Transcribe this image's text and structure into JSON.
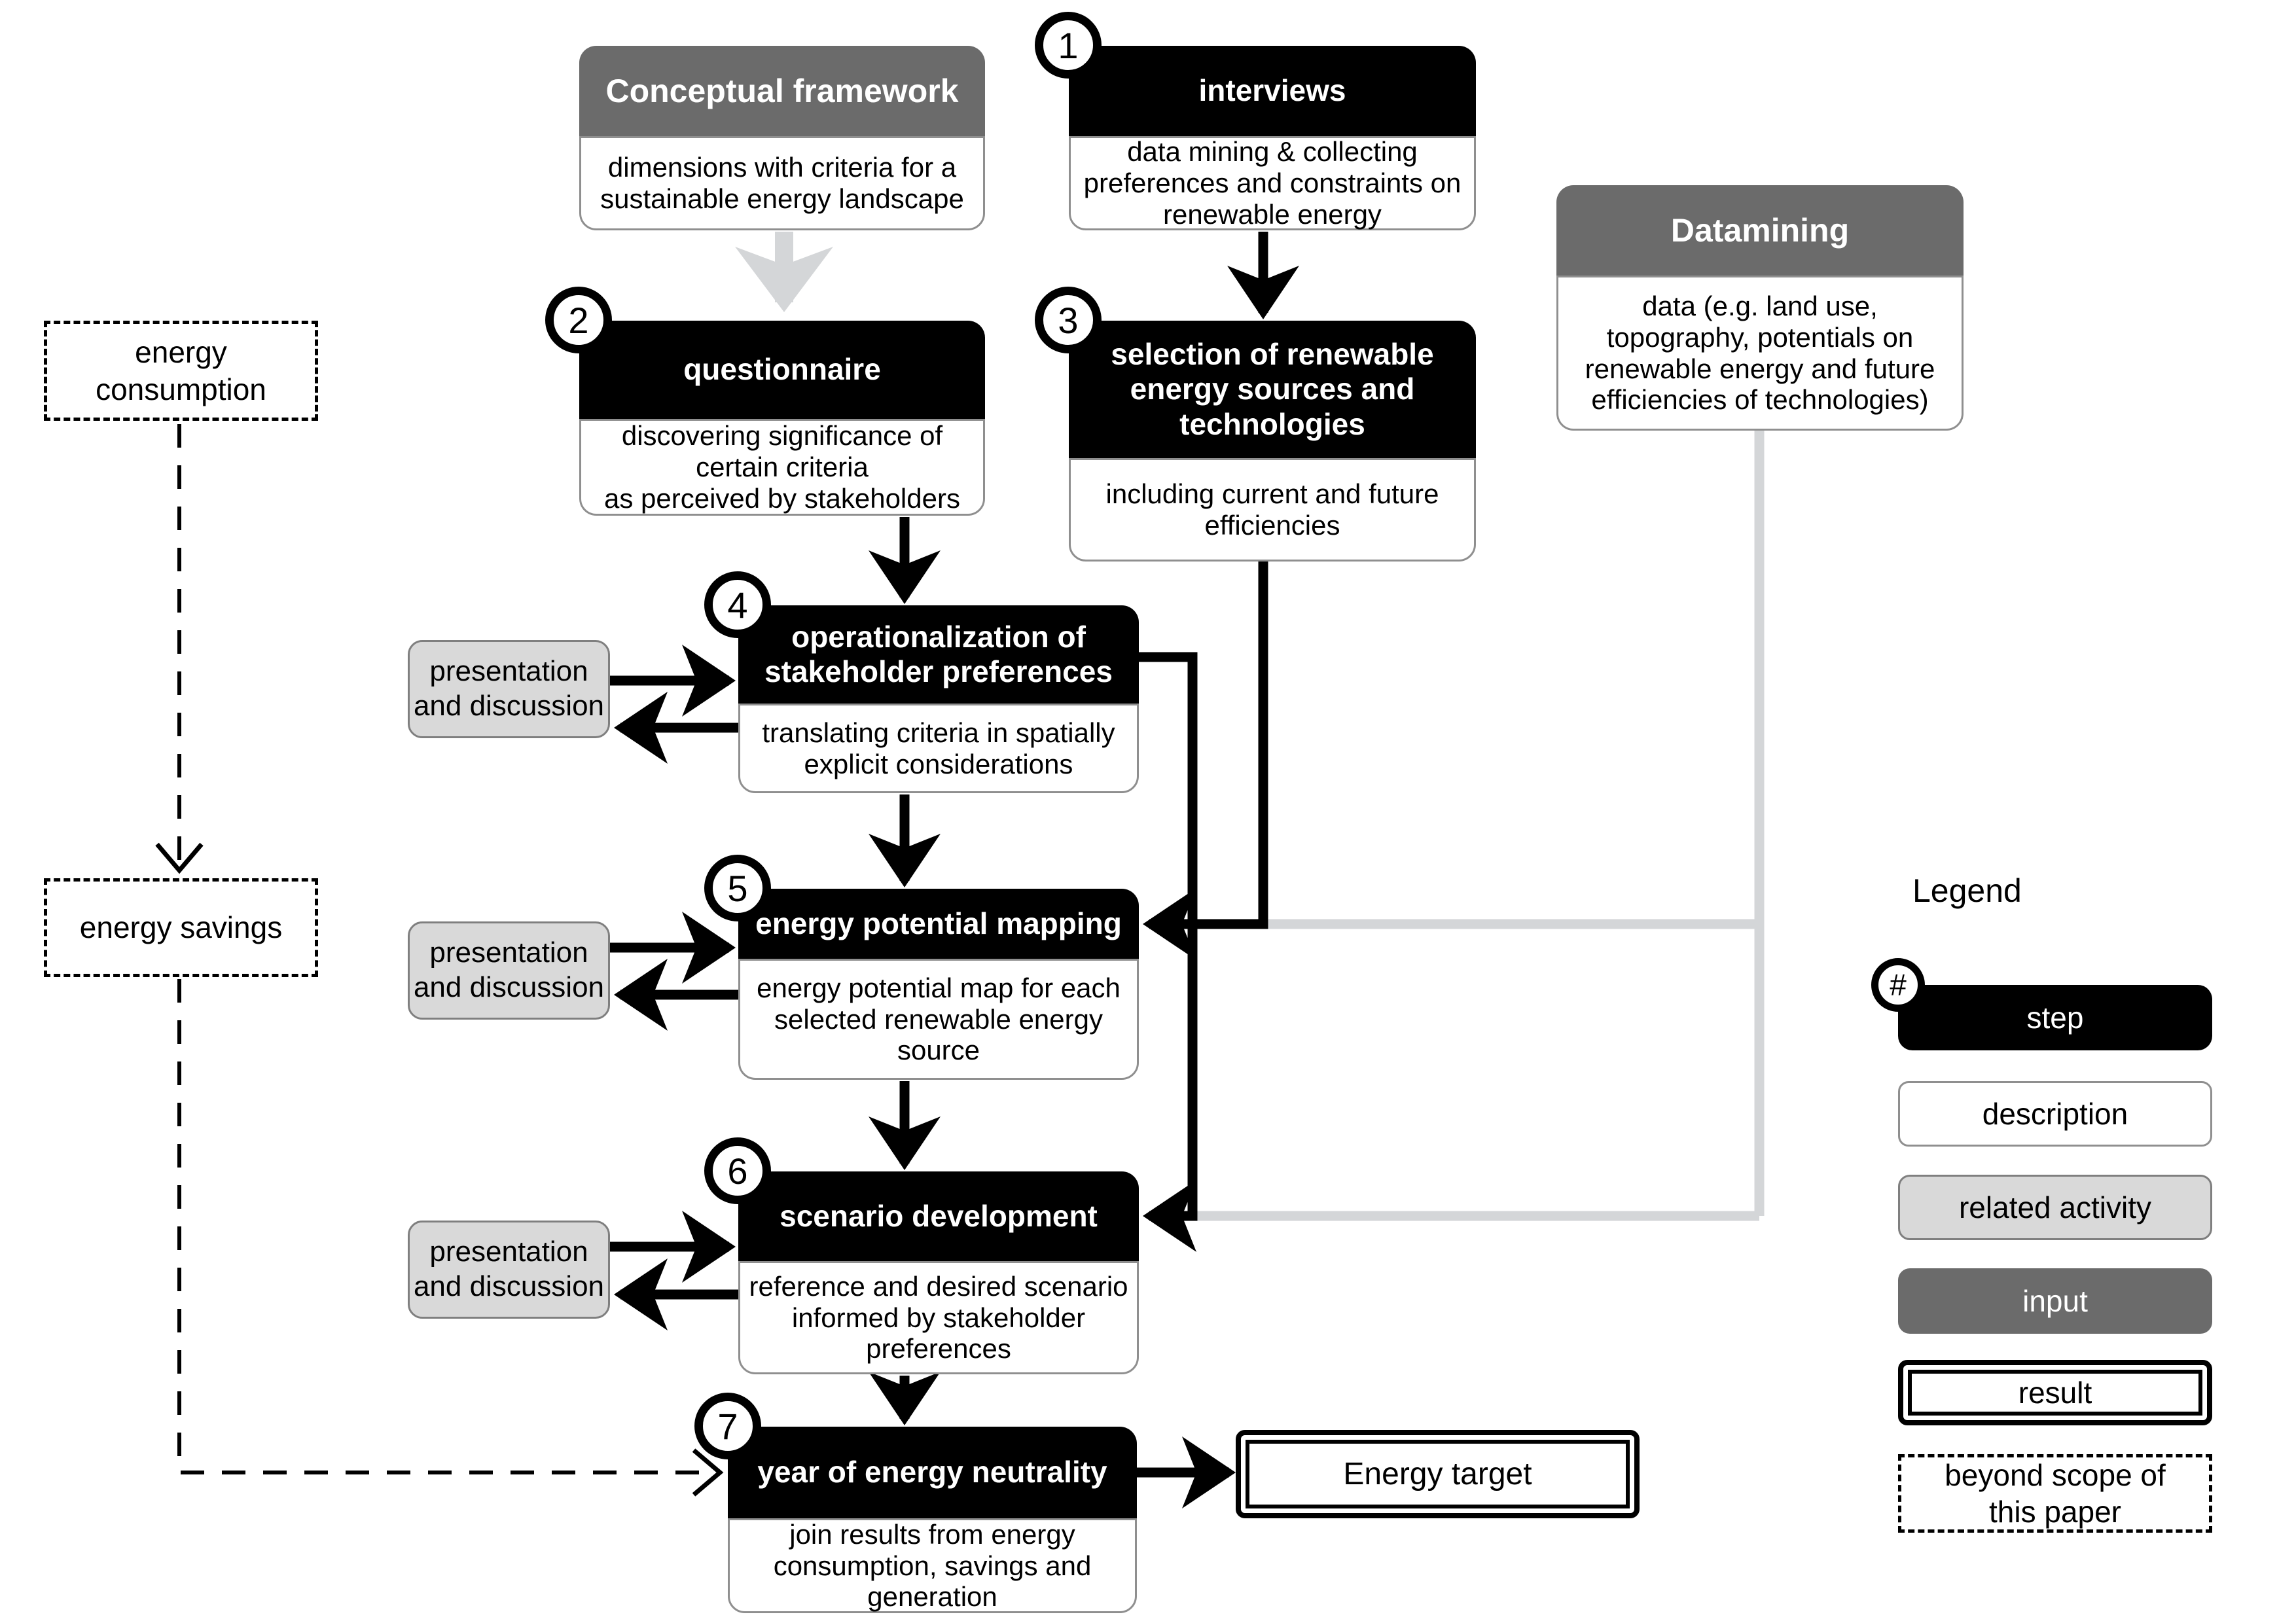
{
  "diagram": {
    "inputs": {
      "conceptual_framework": {
        "title": "Conceptual framework",
        "description": "dimensions with criteria for a\nsustainable energy landscape"
      },
      "datamining": {
        "title": "Datamining",
        "description": "data (e.g. land use,\ntopography, potentials on\nrenewable energy and future\nefficiencies of technologies)"
      }
    },
    "steps": [
      {
        "number": "1",
        "title": "interviews",
        "description": "data mining & collecting\npreferences and constraints on\nrenewable energy"
      },
      {
        "number": "2",
        "title": "questionnaire",
        "description": "discovering significance of\ncertain criteria\nas perceived by stakeholders"
      },
      {
        "number": "3",
        "title": "selection of renewable\nenergy sources and\ntechnologies",
        "description": "including current and future\nefficiencies"
      },
      {
        "number": "4",
        "title": "operationalization of\nstakeholder preferences",
        "description": "translating criteria in spatially\nexplicit considerations"
      },
      {
        "number": "5",
        "title": "energy potential mapping",
        "description": "energy potential map for each\nselected renewable energy\nsource"
      },
      {
        "number": "6",
        "title": "scenario development",
        "description": "reference and desired scenario\ninformed by stakeholder\npreferences"
      },
      {
        "number": "7",
        "title": "year of energy neutrality",
        "description": "join results from energy\nconsumption, savings and\ngeneration"
      }
    ],
    "related_activity_label": "presentation\nand discussion",
    "beyond_scope": {
      "energy_consumption": "energy\nconsumption",
      "energy_savings": "energy savings"
    },
    "result_label": "Energy target"
  },
  "legend": {
    "title": "Legend",
    "hash_symbol": "#",
    "items": {
      "step": "step",
      "description": "description",
      "related_activity": "related activity",
      "input": "input",
      "result": "result",
      "beyond_scope": "beyond scope of\nthis paper"
    }
  },
  "colors": {
    "step_fill": "#000000",
    "input_fill": "#6b6b6b",
    "related_activity_fill": "#d9d9d9",
    "connector_gray": "#d4d6d8"
  }
}
